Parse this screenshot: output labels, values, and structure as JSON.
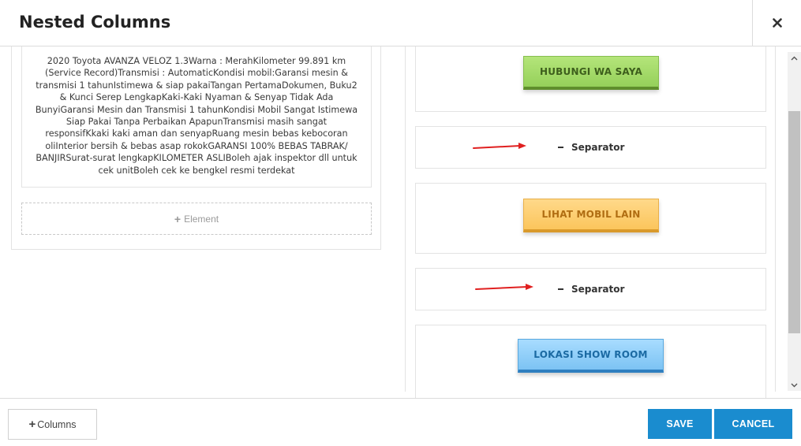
{
  "dialog": {
    "title": "Nested Columns",
    "close_icon": "close-icon"
  },
  "left_column": {
    "text_block": "2020 Toyota AVANZA VELOZ 1.3Warna : MerahKilometer 99.891 km (Service Record)Transmisi : AutomaticKondisi mobil:Garansi mesin & transmisi 1 tahunIstimewa & siap pakaiTangan PertamaDokumen, Buku2 & Kunci Serep LengkapKaki-Kaki Nyaman & Senyap Tidak Ada BunyiGaransi Mesin dan Transmisi 1 tahunKondisi Mobil Sangat Istimewa Siap Pakai Tanpa Perbaikan ApapunTransmisi masih sangat responsifKkaki kaki aman dan senyapRuang mesin bebas kebocoran oliInterior bersih & bebas asap rokokGARANSI 100% BEBAS TABRAK/ BANJIRSurat-surat lengkapKILOMETER ASLIBoleh ajak inspektor dll untuk cek unitBoleh cek ke bengkel resmi terdekat",
    "add_element_label": "Element"
  },
  "right_column": {
    "items": [
      {
        "type": "button",
        "label": "HUBUNGI WA SAYA",
        "color": "#a5db6a"
      },
      {
        "type": "separator",
        "label": "Separator"
      },
      {
        "type": "button",
        "label": "LIHAT MOBIL LAIN",
        "color": "#fcd074"
      },
      {
        "type": "separator",
        "label": "Separator"
      },
      {
        "type": "button",
        "label": "LOKASI SHOW ROOM",
        "color": "#93d0f8"
      }
    ]
  },
  "annotation_color": "#e02020",
  "footer": {
    "columns_label": "Columns",
    "save_label": "SAVE",
    "cancel_label": "CANCEL",
    "accent": "#1a8ccf"
  }
}
